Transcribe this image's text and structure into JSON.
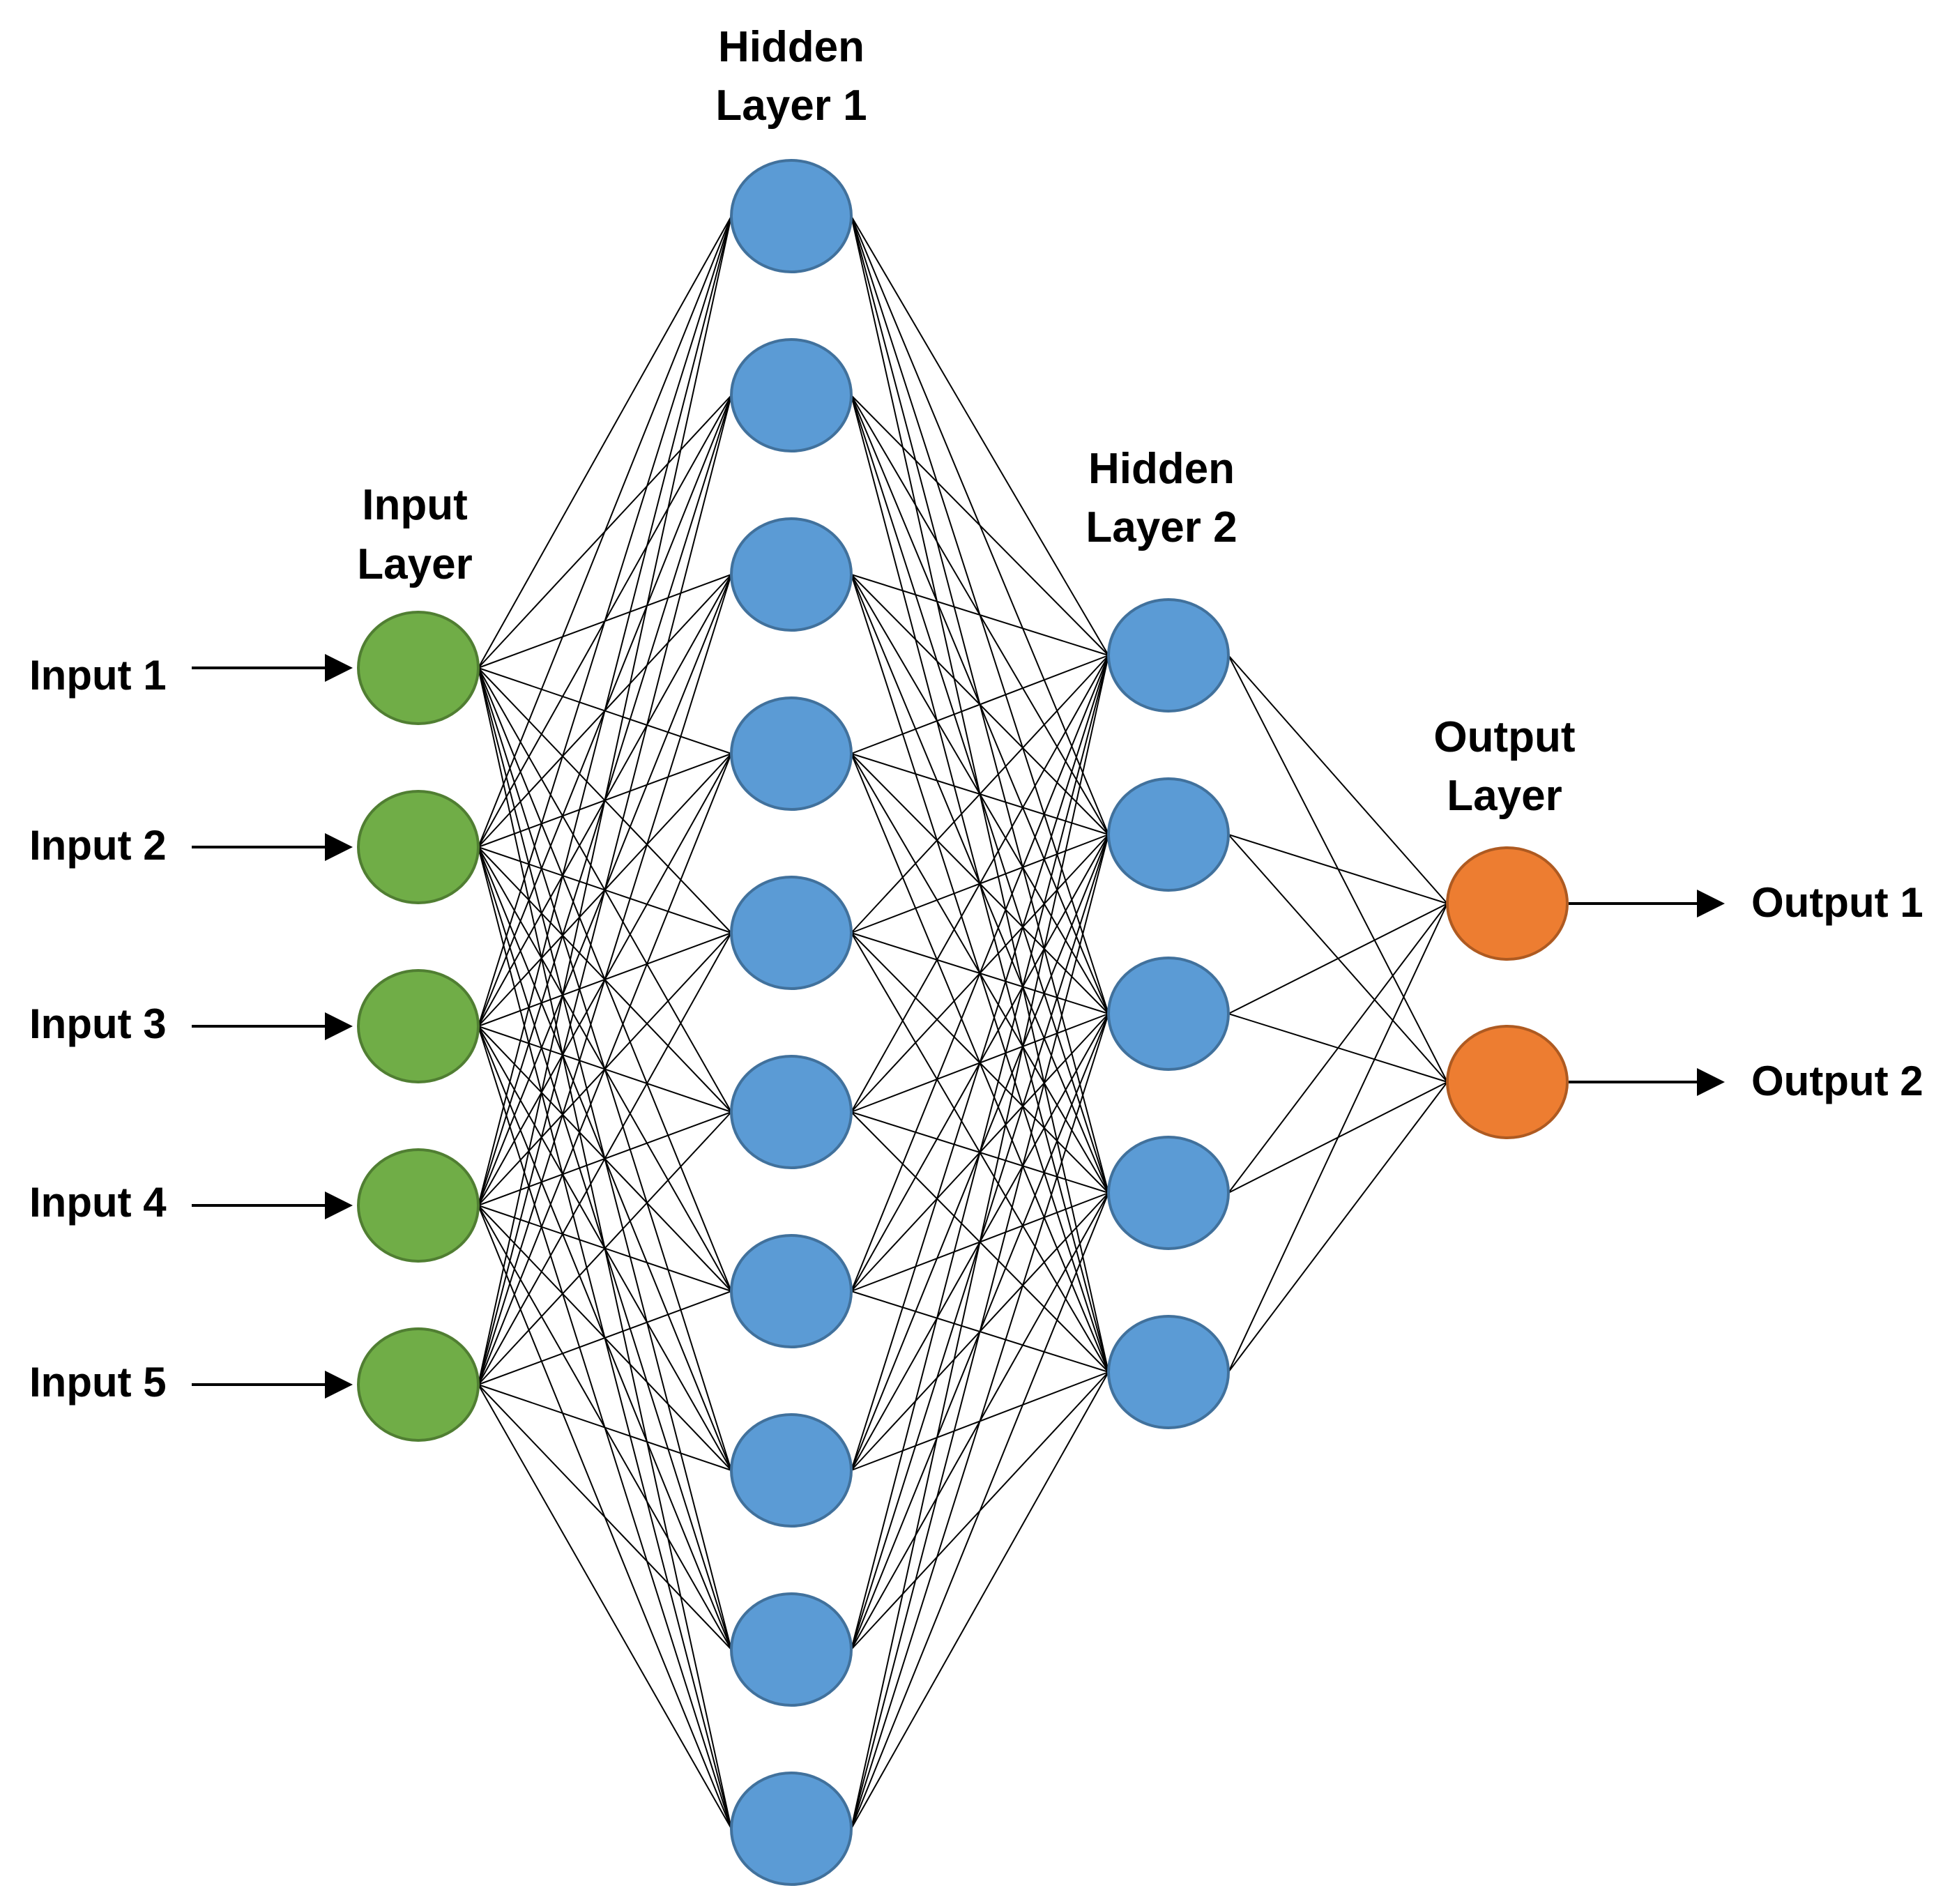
{
  "layer_titles": {
    "input": [
      "Input",
      "Layer"
    ],
    "hidden1": [
      "Hidden",
      "Layer 1"
    ],
    "hidden2": [
      "Hidden",
      "Layer 2"
    ],
    "output": [
      "Output",
      "Layer"
    ]
  },
  "inputs": [
    "Input 1",
    "Input 2",
    "Input 3",
    "Input 4",
    "Input 5"
  ],
  "outputs": [
    "Output 1",
    "Output 2"
  ],
  "layer_node_counts": {
    "input": 5,
    "hidden1": 10,
    "hidden2": 5,
    "output": 2
  },
  "connectivity": "fully-connected",
  "colors": {
    "input_fill": "#70AD47",
    "input_stroke": "#507E32",
    "hidden_fill": "#5B9BD5",
    "hidden_stroke": "#41719C",
    "output_fill": "#ED7D31",
    "output_stroke": "#AE5A21",
    "edge": "#000000",
    "text": "#000000"
  }
}
